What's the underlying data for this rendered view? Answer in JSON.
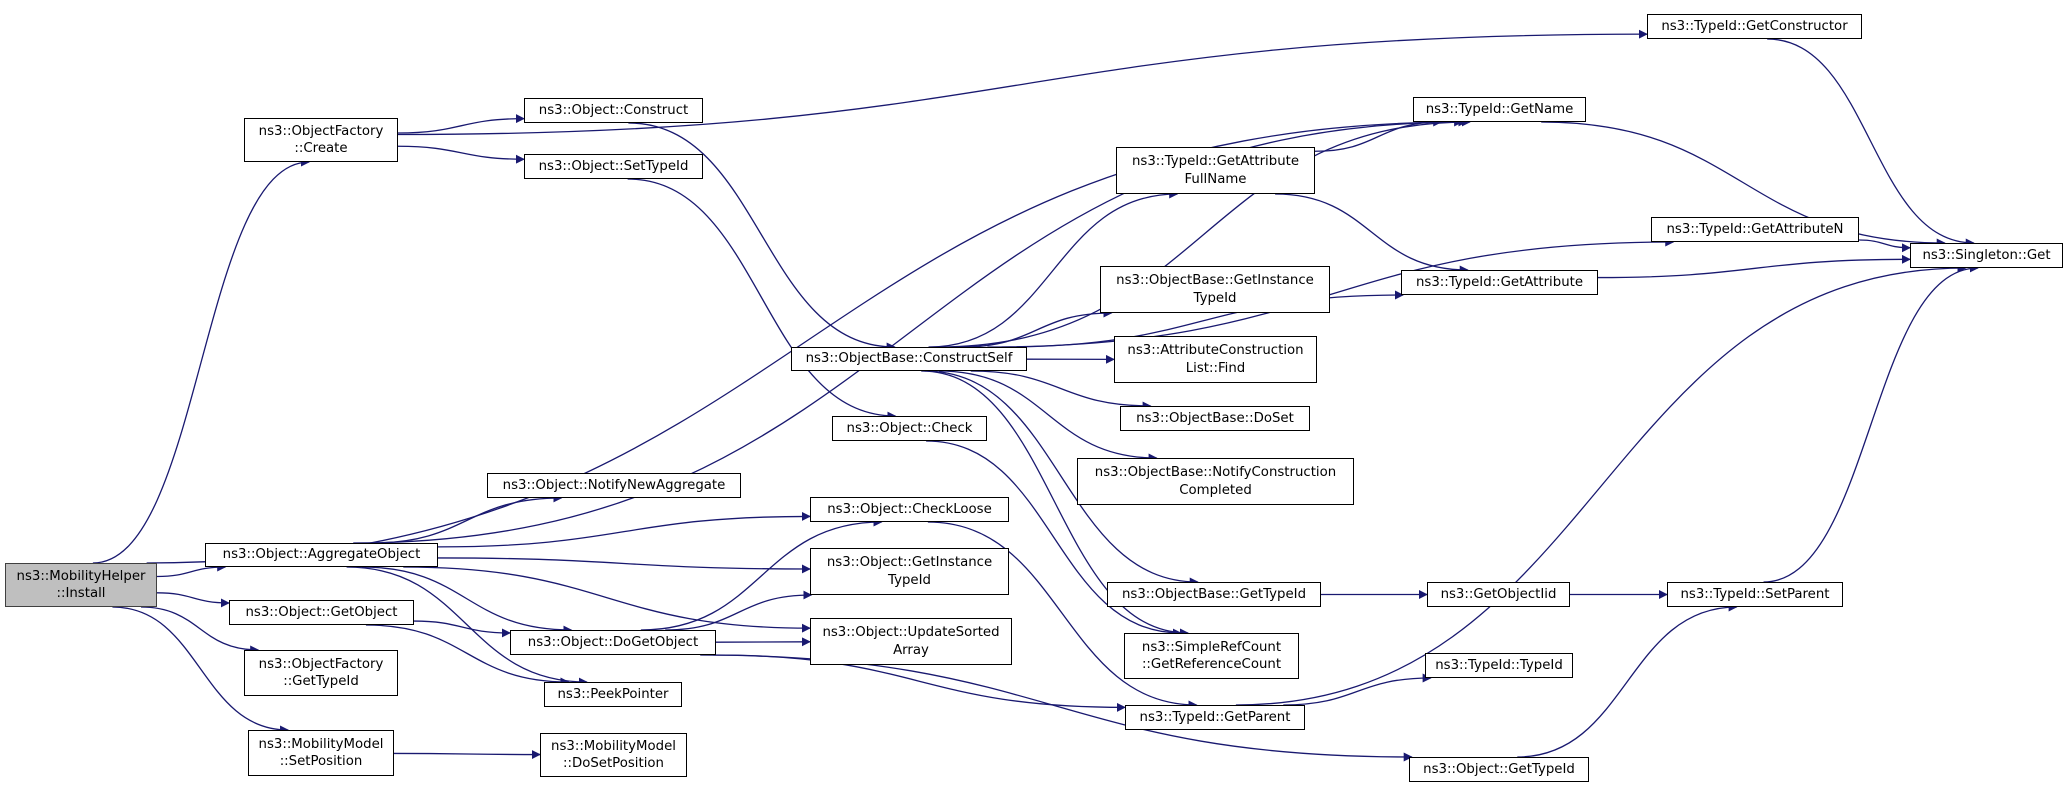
{
  "colors": {
    "edge": "#191970",
    "root_fill": "#bfbfbf",
    "node_fill": "#ffffff",
    "border": "#000000"
  },
  "nodes": {
    "mobility_install": {
      "lines": [
        "ns3::MobilityHelper",
        "::Install"
      ]
    },
    "objfactory_create": {
      "lines": [
        "ns3::ObjectFactory",
        "::Create"
      ]
    },
    "object_aggregate": {
      "lines": [
        "ns3::Object::AggregateObject"
      ]
    },
    "object_getobject": {
      "lines": [
        "ns3::Object::GetObject"
      ]
    },
    "objfactory_gettypeid": {
      "lines": [
        "ns3::ObjectFactory",
        "::GetTypeId"
      ]
    },
    "mobmodel_setposition": {
      "lines": [
        "ns3::MobilityModel",
        "::SetPosition"
      ]
    },
    "object_construct": {
      "lines": [
        "ns3::Object::Construct"
      ]
    },
    "object_settypeid": {
      "lines": [
        "ns3::Object::SetTypeId"
      ]
    },
    "object_notifynewagg": {
      "lines": [
        "ns3::Object::NotifyNewAggregate"
      ]
    },
    "object_dogetobject": {
      "lines": [
        "ns3::Object::DoGetObject"
      ]
    },
    "peekpointer": {
      "lines": [
        "ns3::PeekPointer"
      ]
    },
    "mobmodel_dosetposition": {
      "lines": [
        "ns3::MobilityModel",
        "::DoSetPosition"
      ]
    },
    "objbase_constructself": {
      "lines": [
        "ns3::ObjectBase::ConstructSelf"
      ]
    },
    "object_check": {
      "lines": [
        "ns3::Object::Check"
      ]
    },
    "object_checkloose": {
      "lines": [
        "ns3::Object::CheckLoose"
      ]
    },
    "object_getinstancetid": {
      "lines": [
        "ns3::Object::GetInstance",
        "TypeId"
      ]
    },
    "object_updatesorted": {
      "lines": [
        "ns3::Object::UpdateSorted",
        "Array"
      ]
    },
    "typeid_getattrfullname": {
      "lines": [
        "ns3::TypeId::GetAttribute",
        "FullName"
      ]
    },
    "objbase_getinstancetid": {
      "lines": [
        "ns3::ObjectBase::GetInstance",
        "TypeId"
      ]
    },
    "attrconstr_find": {
      "lines": [
        "ns3::AttributeConstruction",
        "List::Find"
      ]
    },
    "objbase_doset": {
      "lines": [
        "ns3::ObjectBase::DoSet"
      ]
    },
    "objbase_notifyconstr": {
      "lines": [
        "ns3::ObjectBase::NotifyConstruction",
        "Completed"
      ]
    },
    "objbase_gettypeid": {
      "lines": [
        "ns3::ObjectBase::GetTypeId"
      ]
    },
    "simplerefcount": {
      "lines": [
        "ns3::SimpleRefCount",
        "::GetReferenceCount"
      ]
    },
    "typeid_getparent": {
      "lines": [
        "ns3::TypeId::GetParent"
      ]
    },
    "typeid_getname": {
      "lines": [
        "ns3::TypeId::GetName"
      ]
    },
    "typeid_getattribute": {
      "lines": [
        "ns3::TypeId::GetAttribute"
      ]
    },
    "getobjectiid": {
      "lines": [
        "ns3::GetObjectIid"
      ]
    },
    "typeid_typeid": {
      "lines": [
        "ns3::TypeId::TypeId"
      ]
    },
    "object_gettypeid": {
      "lines": [
        "ns3::Object::GetTypeId"
      ]
    },
    "typeid_getconstructor": {
      "lines": [
        "ns3::TypeId::GetConstructor"
      ]
    },
    "typeid_getattributen": {
      "lines": [
        "ns3::TypeId::GetAttributeN"
      ]
    },
    "typeid_setparent": {
      "lines": [
        "ns3::TypeId::SetParent"
      ]
    },
    "singleton_get": {
      "lines": [
        "ns3::Singleton::Get"
      ]
    }
  },
  "edges": [
    [
      "mobility_install",
      "objfactory_create"
    ],
    [
      "mobility_install",
      "typeid_getname"
    ],
    [
      "mobility_install",
      "object_aggregate"
    ],
    [
      "mobility_install",
      "object_getobject"
    ],
    [
      "mobility_install",
      "objfactory_gettypeid"
    ],
    [
      "mobility_install",
      "mobmodel_setposition"
    ],
    [
      "objfactory_create",
      "typeid_getconstructor"
    ],
    [
      "objfactory_create",
      "object_construct"
    ],
    [
      "objfactory_create",
      "object_settypeid"
    ],
    [
      "object_construct",
      "objbase_constructself"
    ],
    [
      "object_settypeid",
      "object_check"
    ],
    [
      "object_aggregate",
      "typeid_getname"
    ],
    [
      "object_aggregate",
      "object_checkloose"
    ],
    [
      "object_aggregate",
      "object_notifynewagg"
    ],
    [
      "object_aggregate",
      "object_getinstancetid"
    ],
    [
      "object_aggregate",
      "object_dogetobject"
    ],
    [
      "object_aggregate",
      "object_updatesorted"
    ],
    [
      "object_aggregate",
      "peekpointer"
    ],
    [
      "object_getobject",
      "object_dogetobject"
    ],
    [
      "object_getobject",
      "peekpointer"
    ],
    [
      "object_dogetobject",
      "object_checkloose"
    ],
    [
      "object_dogetobject",
      "object_getinstancetid"
    ],
    [
      "object_dogetobject",
      "object_updatesorted"
    ],
    [
      "object_dogetobject",
      "typeid_getparent"
    ],
    [
      "object_dogetobject",
      "object_gettypeid"
    ],
    [
      "mobmodel_setposition",
      "mobmodel_dosetposition"
    ],
    [
      "objbase_constructself",
      "typeid_getname"
    ],
    [
      "objbase_constructself",
      "typeid_getattrfullname"
    ],
    [
      "objbase_constructself",
      "typeid_getattributen"
    ],
    [
      "objbase_constructself",
      "objbase_getinstancetid"
    ],
    [
      "objbase_constructself",
      "attrconstr_find"
    ],
    [
      "objbase_constructself",
      "objbase_doset"
    ],
    [
      "objbase_constructself",
      "objbase_notifyconstr"
    ],
    [
      "objbase_constructself",
      "typeid_getattribute"
    ],
    [
      "objbase_constructself",
      "objbase_gettypeid"
    ],
    [
      "objbase_constructself",
      "simplerefcount"
    ],
    [
      "object_check",
      "simplerefcount"
    ],
    [
      "object_checkloose",
      "typeid_getparent"
    ],
    [
      "typeid_getattrfullname",
      "typeid_getname"
    ],
    [
      "typeid_getattrfullname",
      "typeid_getattribute"
    ],
    [
      "objbase_gettypeid",
      "getobjectiid"
    ],
    [
      "getobjectiid",
      "typeid_setparent"
    ],
    [
      "typeid_getparent",
      "typeid_typeid"
    ],
    [
      "typeid_getparent",
      "singleton_get"
    ],
    [
      "object_gettypeid",
      "typeid_setparent"
    ],
    [
      "typeid_getname",
      "singleton_get"
    ],
    [
      "typeid_getattribute",
      "singleton_get"
    ],
    [
      "typeid_getconstructor",
      "singleton_get"
    ],
    [
      "typeid_getattributen",
      "singleton_get"
    ],
    [
      "typeid_setparent",
      "singleton_get"
    ]
  ]
}
